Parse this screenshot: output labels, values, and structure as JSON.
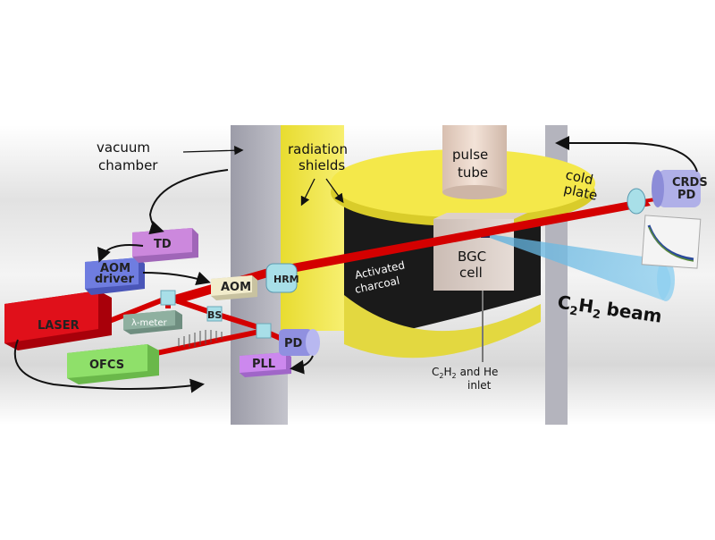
{
  "labels": {
    "vacuum_chamber_1": "vacuum",
    "vacuum_chamber_2": "chamber",
    "radiation_shields_1": "radiation",
    "radiation_shields_2": "shields",
    "pulse_tube_1": "pulse",
    "pulse_tube_2": "tube",
    "cold_plate_1": "cold",
    "cold_plate_2": "plate",
    "crds_pd_1": "CRDS",
    "crds_pd_2": "PD",
    "td": "TD",
    "aom_driver_1": "AOM",
    "aom_driver_2": "driver",
    "aom": "AOM",
    "hrm": "HRM",
    "laser": "LASER",
    "bs": "BS",
    "lambda_meter": "λ-meter",
    "ofcs": "OFCS",
    "pd": "PD",
    "pll": "PLL",
    "activated_charcoal_1": "Activated",
    "activated_charcoal_2": "charcoal",
    "bgc_cell_1": "BGC",
    "bgc_cell_2": "cell",
    "beam_c": "C",
    "beam_h": "H",
    "beam_sub": "2",
    "beam_word": "beam",
    "inlet_c": "C",
    "inlet_h": "H",
    "inlet_sub": "2",
    "inlet_rest": "and He",
    "inlet_2": "inlet"
  },
  "colors": {
    "laser_beam": "#d40000",
    "shield_yellow": "#f2e640",
    "cold_plate": "#f5e94a",
    "chamber_gray": "#a9a9b3",
    "td_box": "#cc88dd",
    "aom_driver_box": "#6f7de0",
    "aom_box": "#f2eccc",
    "laser_box": "#e0101a",
    "lambda_box": "#8fb0a0",
    "ofcs_box": "#8fe06a",
    "pll_box": "#cc88ee",
    "pd_cyl": "#9090e0",
    "crds_cyl": "#b0b0e8",
    "cube": "#a8dfe8",
    "molecular_beam": "#5aaedc"
  }
}
